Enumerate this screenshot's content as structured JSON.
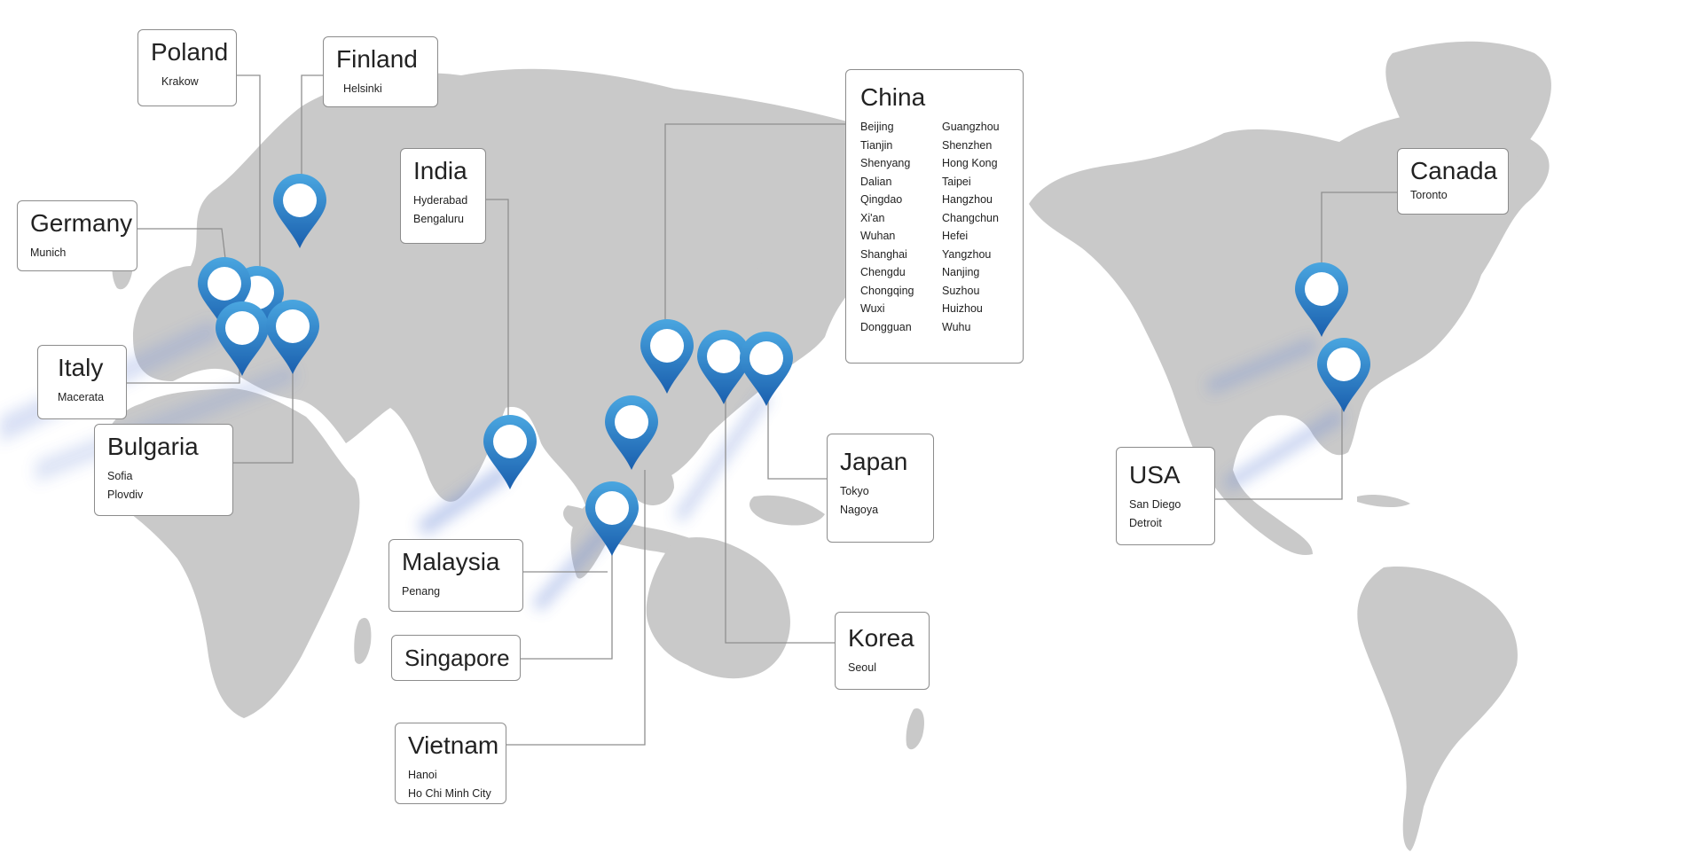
{
  "colors": {
    "land": "#c9c9c9",
    "pin_top": "#4aa6e0",
    "pin_bottom": "#1a5fae",
    "glow": "#5d7fd6",
    "card_border": "#8c8c8c",
    "text": "#222222"
  },
  "icon_names": [
    "map-pin-icon"
  ],
  "locations": {
    "poland": {
      "country": "Poland",
      "cities": [
        "Krakow"
      ]
    },
    "finland": {
      "country": "Finland",
      "cities": [
        "Helsinki"
      ]
    },
    "germany": {
      "country": "Germany",
      "cities": [
        "Munich"
      ]
    },
    "italy": {
      "country": "Italy",
      "cities": [
        "Macerata"
      ]
    },
    "bulgaria": {
      "country": "Bulgaria",
      "cities": [
        "Sofia",
        "Plovdiv"
      ]
    },
    "india": {
      "country": "India",
      "cities": [
        "Hyderabad",
        "Bengaluru"
      ]
    },
    "china": {
      "country": "China",
      "cities": [
        "Beijing",
        "Guangzhou",
        "Tianjin",
        "Shenzhen",
        "Shenyang",
        "Hong Kong",
        "Dalian",
        "Taipei",
        "Qingdao",
        "Hangzhou",
        "Xi'an",
        "Changchun",
        "Wuhan",
        "Hefei",
        "Shanghai",
        "Yangzhou",
        "Chengdu",
        "Nanjing",
        "Chongqing",
        "Suzhou",
        "Wuxi",
        "Huizhou",
        "Dongguan",
        "Wuhu"
      ]
    },
    "malaysia": {
      "country": "Malaysia",
      "cities": [
        "Penang"
      ]
    },
    "singapore": {
      "country": "Singapore",
      "cities": []
    },
    "vietnam": {
      "country": "Vietnam",
      "cities": [
        "Hanoi",
        "Ho Chi Minh City"
      ]
    },
    "japan": {
      "country": "Japan",
      "cities": [
        "Tokyo",
        "Nagoya"
      ]
    },
    "korea": {
      "country": "Korea",
      "cities": [
        "Seoul"
      ]
    },
    "canada": {
      "country": "Canada",
      "cities": [
        "Toronto"
      ]
    },
    "usa": {
      "country": "USA",
      "cities": [
        "San Diego",
        "Detroit"
      ]
    }
  }
}
